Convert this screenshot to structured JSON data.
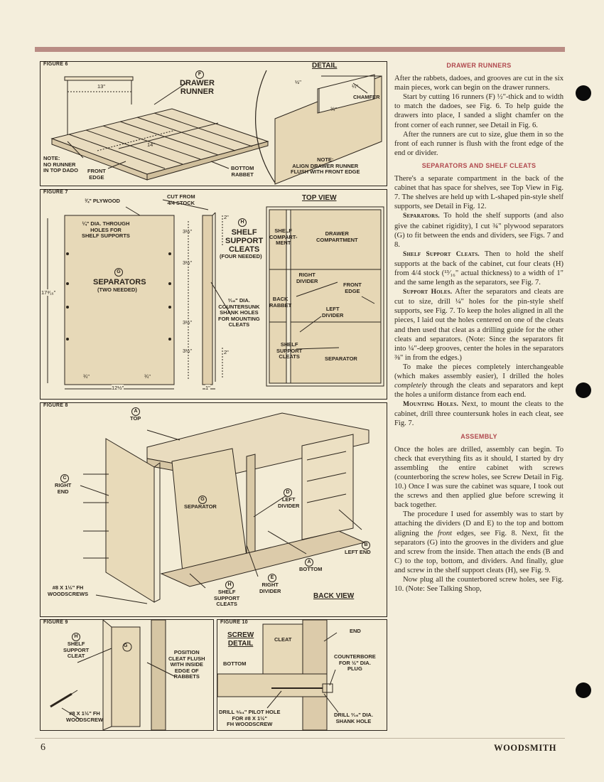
{
  "page": {
    "folio": "6",
    "brand": "WOODSMITH"
  },
  "colors": {
    "heading": "#b0484e",
    "band": "#b98c84",
    "paper": "#f4eedc",
    "ink": "#2b241c"
  },
  "figure6": {
    "label": "FIGURE 6",
    "detail_title": "DETAIL",
    "dim_13": "13\"",
    "dim_14": "14\"",
    "part_letter": "F",
    "part_name": "DRAWER\nRUNNER",
    "note1": "NOTE:\nNO RUNNER\nIN TOP DADO",
    "front_edge": "FRONT\nEDGE",
    "bottom_rabbet": "BOTTOM\nRABBET",
    "note2": "NOTE:\nALIGN DRAWER RUNNER\nFLUSH WITH FRONT EDGE",
    "detail_dim_half": "½\"",
    "detail_dim_quarter": "¼\"",
    "detail_dim_3_4": "¾\"",
    "chamfer": "CHAMFER"
  },
  "figure7": {
    "label": "FIGURE 7",
    "plywood": "¾\" PLYWOOD",
    "cut_from": "CUT FROM\n4/4 STOCK",
    "holes_note": "¼\" DIA. THROUGH\nHOLES FOR\nSHELF SUPPORTS",
    "sep_letter": "G",
    "sep_name": "SEPARATORS",
    "sep_qty": "(TWO NEEDED)",
    "cleat_letter": "H",
    "cleat_name": "SHELF\nSUPPORT\nCLEATS",
    "cleat_qty": "(FOUR NEEDED)",
    "countersink": "³⁄₁₆\" DIA.\nCOUNTERSUNK\nSHANK HOLES\nFOR MOUNTING\nCLEATS",
    "dim_height": "17³⁄₁₆\"",
    "dim_3_5": "3½\"",
    "dim_2": "2\"",
    "dim_3_4": "¾\"",
    "dim_width": "12½\"",
    "dim_1": "1\"",
    "top_view": "TOP VIEW",
    "shelf_comp": "SHELF\nCOMPART-\nMENT",
    "drawer_comp": "DRAWER\nCOMPARTMENT",
    "right_divider": "RIGHT\nDIVIDER",
    "front_edge": "FRONT\nEDGE",
    "back_rabbet": "BACK\nRABBET",
    "left_divider": "LEFT\nDIVIDER",
    "shelf_cleats": "SHELF\nSUPPORT\nCLEATS",
    "separator": "SEPARATOR"
  },
  "figure8": {
    "label": "FIGURE 8",
    "top_letter": "A",
    "top": "TOP",
    "right_end_letter": "C",
    "right_end": "RIGHT\nEND",
    "separator_letter": "G",
    "separator": "SEPARATOR",
    "left_divider_letter": "D",
    "left_divider": "LEFT\nDIVIDER",
    "left_end_letter": "B",
    "left_end": "LEFT END",
    "bottom_letter": "A",
    "bottom": "BOTTOM",
    "right_divider_letter": "E",
    "right_divider": "RIGHT\nDIVIDER",
    "cleats_letter": "H",
    "cleats": "SHELF\nSUPPORT\nCLEATS",
    "screws": "#8 x 1½\" Fh\nWOODSCREWS",
    "back_view": "BACK VIEW"
  },
  "figure9": {
    "label": "FIGURE 9",
    "cleat_letter": "H",
    "cleat": "SHELF\nSUPPORT\nCLEAT",
    "sep_letter": "G",
    "position": "POSITION\nCLEAT FLUSH\nWITH INSIDE\nEDGE OF\nRABBETS",
    "screw": "#8 x 1½\" Fh\nWOODSCREW"
  },
  "figure10": {
    "label": "FIGURE 10",
    "title": "SCREW\nDETAIL",
    "cleat": "CLEAT",
    "end": "END",
    "bottom": "BOTTOM",
    "counterbore": "COUNTERBORE\nFOR ½\" DIA.\nPLUG",
    "pilot": "DRILL ⁹⁄₆₄\" PILOT HOLE\nFOR #8 x 1½\"\nFh WOODSCREW",
    "shank": "DRILL ³⁄₁₆\" DIA.\nSHANK HOLE"
  },
  "article": {
    "h_runners": "DRAWER RUNNERS",
    "p1": "After the rabbets, dadoes, and grooves are cut in the six main pieces, work can begin on the drawer runners.",
    "p2": "Start by cutting 16 runners (F) ½\"-thick and to width to match the dadoes, see Fig. 6. To help guide the drawers into place, I sanded a slight chamfer on the front corner of each runner, see Detail in Fig. 6.",
    "p3": "After the runners are cut to size, glue them in so the front of each runner is flush with the front edge of the end or divider.",
    "h_separators": "SEPARATORS AND SHELF CLEATS",
    "p4": "There's a separate compartment in the back of the cabinet that has space for shelves, see Top View in Fig. 7. The shelves are held up with L-shaped pin-style shelf supports, see Detail in Fig. 12.",
    "rh_sep": "Separators.",
    "p5": " To hold the shelf supports (and also give the cabinet rigidity), I cut ¾\" plywood separators (G) to fit between the ends and dividers, see Figs. 7 and 8.",
    "rh_cleats": "Shelf Support Cleats.",
    "p6": " Then to hold the shelf supports at the back of the cabinet, cut four cleats (H) from 4/4 stock (¹³⁄₁₆\" actual thickness) to a width of 1\" and the same length as the separators, see Fig. 7.",
    "rh_holes": "Support Holes.",
    "p7": " After the separators and cleats are cut to size, drill ¼\" holes for the pin-style shelf supports, see Fig. 7. To keep the holes aligned in all the pieces, I laid out the holes centered on one of the cleats and then used that cleat as a drilling guide for the other cleats and separators. (Note: Since the separators fit into ¼\"-deep grooves, center the holes in the separators ⅜\" in from the edges.)",
    "p8a": "To make the pieces completely interchangeable (which makes assembly easier), I drilled the holes ",
    "p8em": "completely",
    "p8b": " through the cleats and separators and kept the holes a uniform distance from each end.",
    "rh_mount": "Mounting Holes.",
    "p9": " Next, to mount the cleats to the cabinet, drill three countersunk holes in each cleat, see Fig. 7.",
    "h_assembly": "ASSEMBLY",
    "p10": "Once the holes are drilled, assembly can begin. To check that everything fits as it should, I started by dry assembling the entire cabinet with screws (counterboring the screw holes, see Screw Detail in Fig. 10.) Once I was sure the cabinet was square, I took out the screws and then applied glue before screwing it back together.",
    "p11a": "The procedure I used for assembly was to start by attaching the dividers (D and E) to the top and bottom aligning the ",
    "p11em": "front",
    "p11b": " edges, see Fig. 8. Next, fit the separators (G) into the grooves in the dividers and glue and screw from the inside. Then attach the ends (B and C) to the top, bottom, and dividers. And finally, glue and screw in the shelf support cleats (H), see Fig. 9.",
    "p12": "Now plug all the counterbored screw holes, see Fig. 10. (Note: See Talking Shop,"
  }
}
